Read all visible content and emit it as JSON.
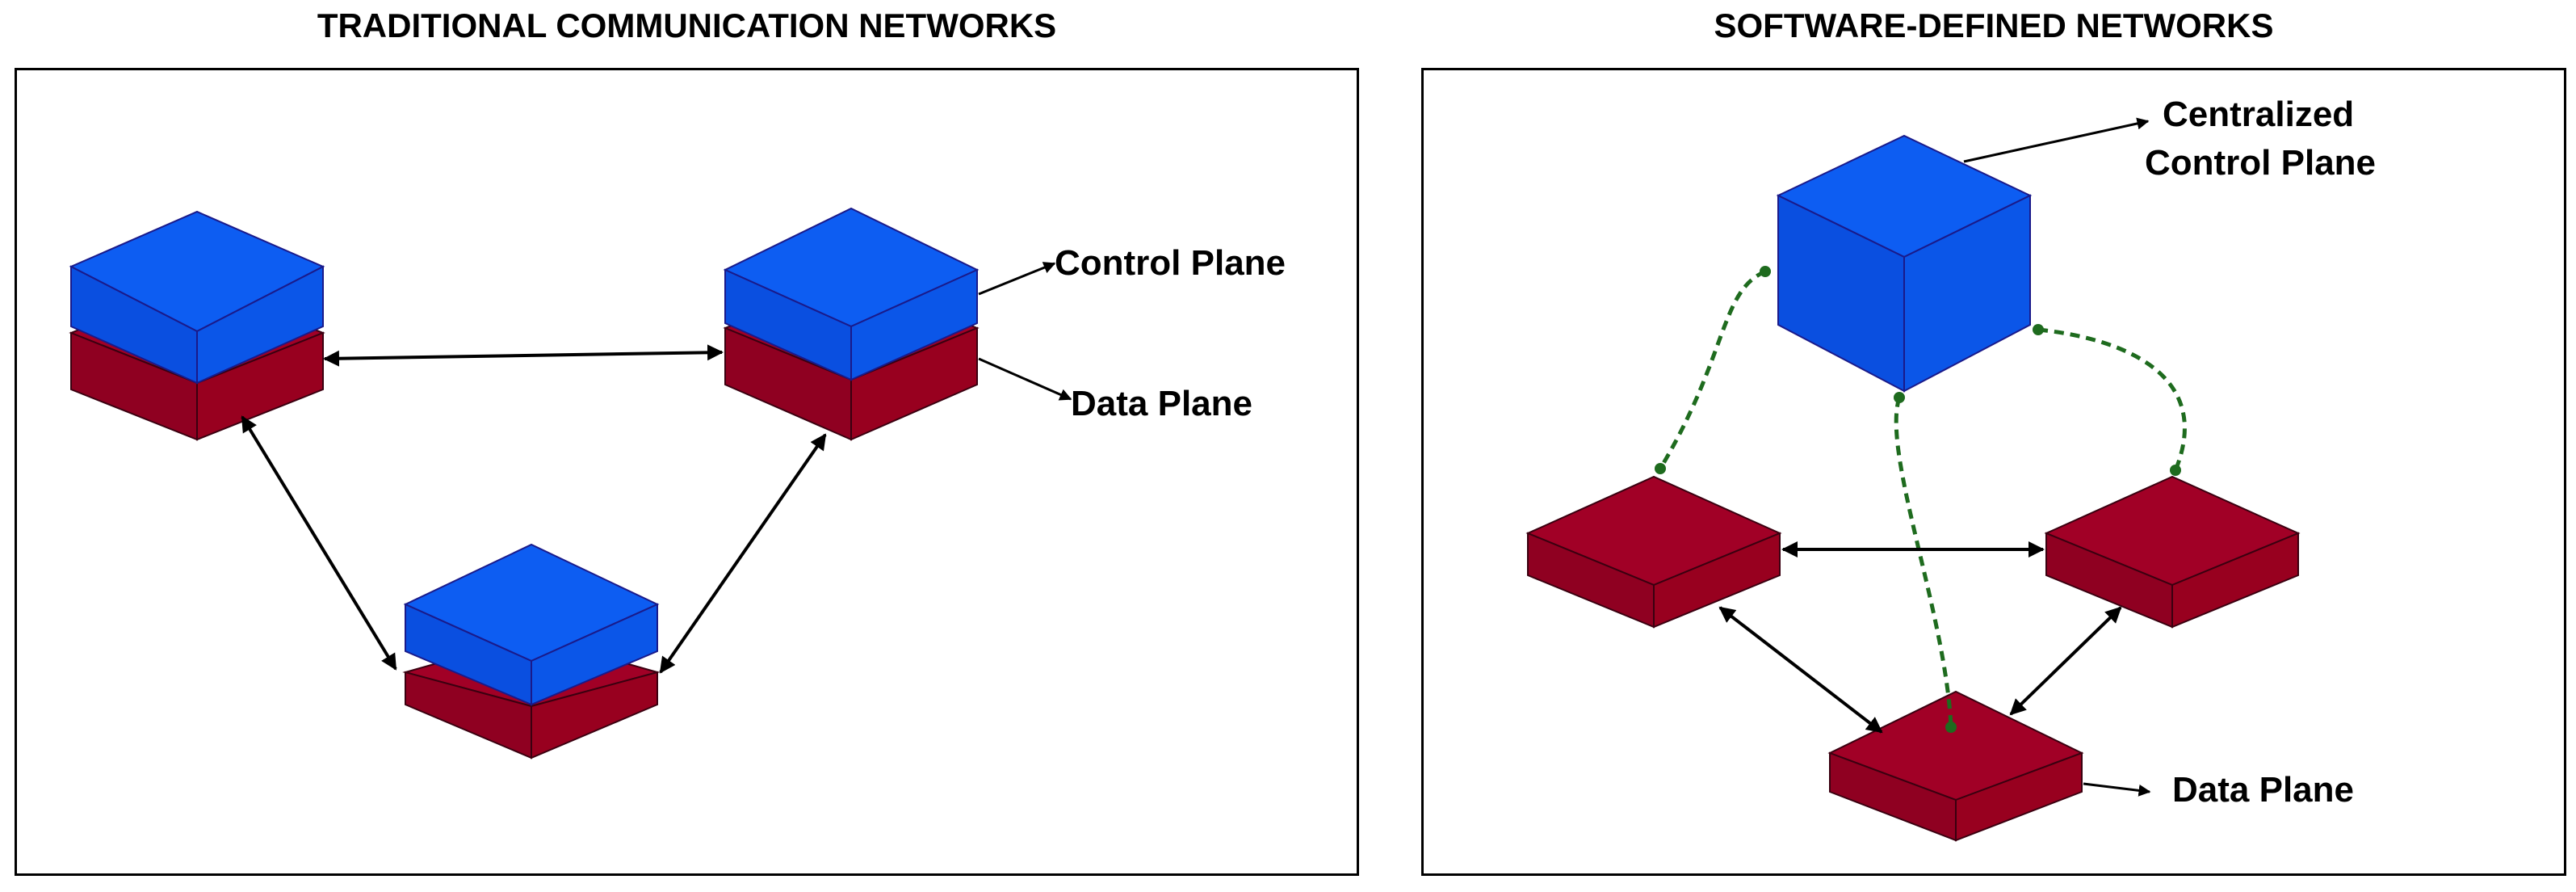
{
  "left_panel": {
    "title": "TRADITIONAL COMMUNICATION NETWORKS",
    "labels": {
      "control": "Control Plane",
      "data": "Data Plane"
    }
  },
  "right_panel": {
    "title": "SOFTWARE-DEFINED NETWORKS",
    "labels": {
      "centralized_line1": "Centralized",
      "centralized_line2": "Control Plane",
      "data": "Data Plane"
    }
  },
  "colors": {
    "control_top": "#0D5DF2",
    "control_front": "#0A4FE0",
    "control_side": "#0B56E8",
    "data_top": "#A10026",
    "data_front": "#8F0021",
    "data_side": "#98001F",
    "edge": "#1A1A8A",
    "data_edge": "#3A0010",
    "arrow": "#000000",
    "control_link": "#1E6B1E"
  }
}
